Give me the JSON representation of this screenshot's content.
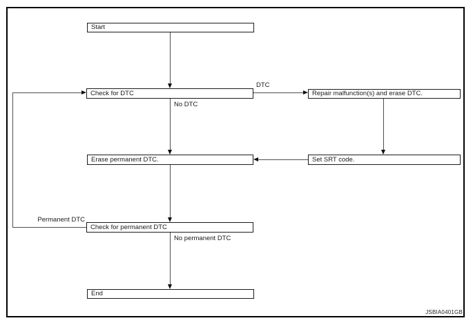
{
  "nodes": {
    "start": {
      "label": "Start"
    },
    "check_dtc": {
      "label": "Check for DTC"
    },
    "repair": {
      "label": "Repair malfunction(s) and erase DTC."
    },
    "erase_permanent": {
      "label": "Erase permanent DTC."
    },
    "set_srt": {
      "label": "Set SRT code."
    },
    "check_permanent": {
      "label": "Check for permanent DTC"
    },
    "end": {
      "label": "End"
    }
  },
  "edge_labels": {
    "dtc": "DTC",
    "no_dtc": "No DTC",
    "permanent_dtc": "Permanent DTC",
    "no_permanent_dtc": "No permanent DTC"
  },
  "watermark": "JSBIA0401GB",
  "colors": {
    "background": "#ffffff",
    "box_border": "#1a1a1a",
    "line": "#4d4d4d",
    "arrowhead": "#111111",
    "text": "#1a1a1a"
  }
}
